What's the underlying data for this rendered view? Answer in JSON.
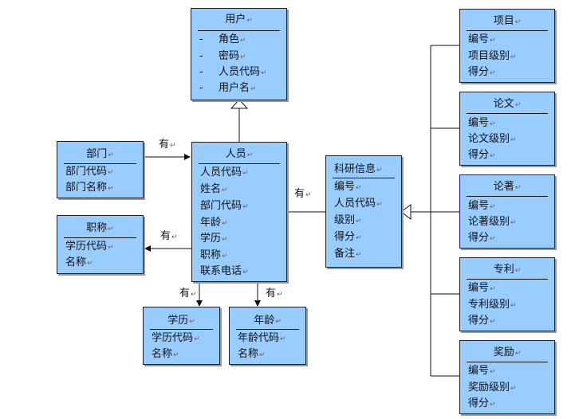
{
  "mark": "↵",
  "edge_label": "有",
  "user": {
    "title": "用户",
    "bullet": "-",
    "fields": [
      "角色",
      "密码",
      "人员代码",
      "用户名"
    ]
  },
  "person": {
    "title": "人员",
    "fields": [
      "人员代码",
      "姓名",
      "部门代码",
      "年龄",
      "学历",
      "职称",
      "联系电话"
    ]
  },
  "dept": {
    "title": "部门",
    "fields": [
      "部门代码",
      "部门名称"
    ]
  },
  "jobtitle": {
    "title": "职称",
    "fields": [
      "学历代码",
      "名称"
    ]
  },
  "education": {
    "title": "学历",
    "fields": [
      "学历代码",
      "名称"
    ]
  },
  "age": {
    "title": "年龄",
    "fields": [
      "年龄代码",
      "名称"
    ]
  },
  "research": {
    "title": "科研信息",
    "fields": [
      "编号",
      "人员代码",
      "级别",
      "得分",
      "备注"
    ]
  },
  "project": {
    "title": "项目",
    "fields": [
      "编号",
      "项目级别",
      "得分"
    ]
  },
  "paper": {
    "title": "论文",
    "fields": [
      "编号",
      "论文级别",
      "得分"
    ]
  },
  "book": {
    "title": "论著",
    "fields": [
      "编号",
      "论著级别",
      "得分"
    ]
  },
  "patent": {
    "title": "专利",
    "fields": [
      "编号",
      "专利级别",
      "得分"
    ]
  },
  "award": {
    "title": "奖励",
    "fields": [
      "编号",
      "奖励级别",
      "得分"
    ]
  }
}
